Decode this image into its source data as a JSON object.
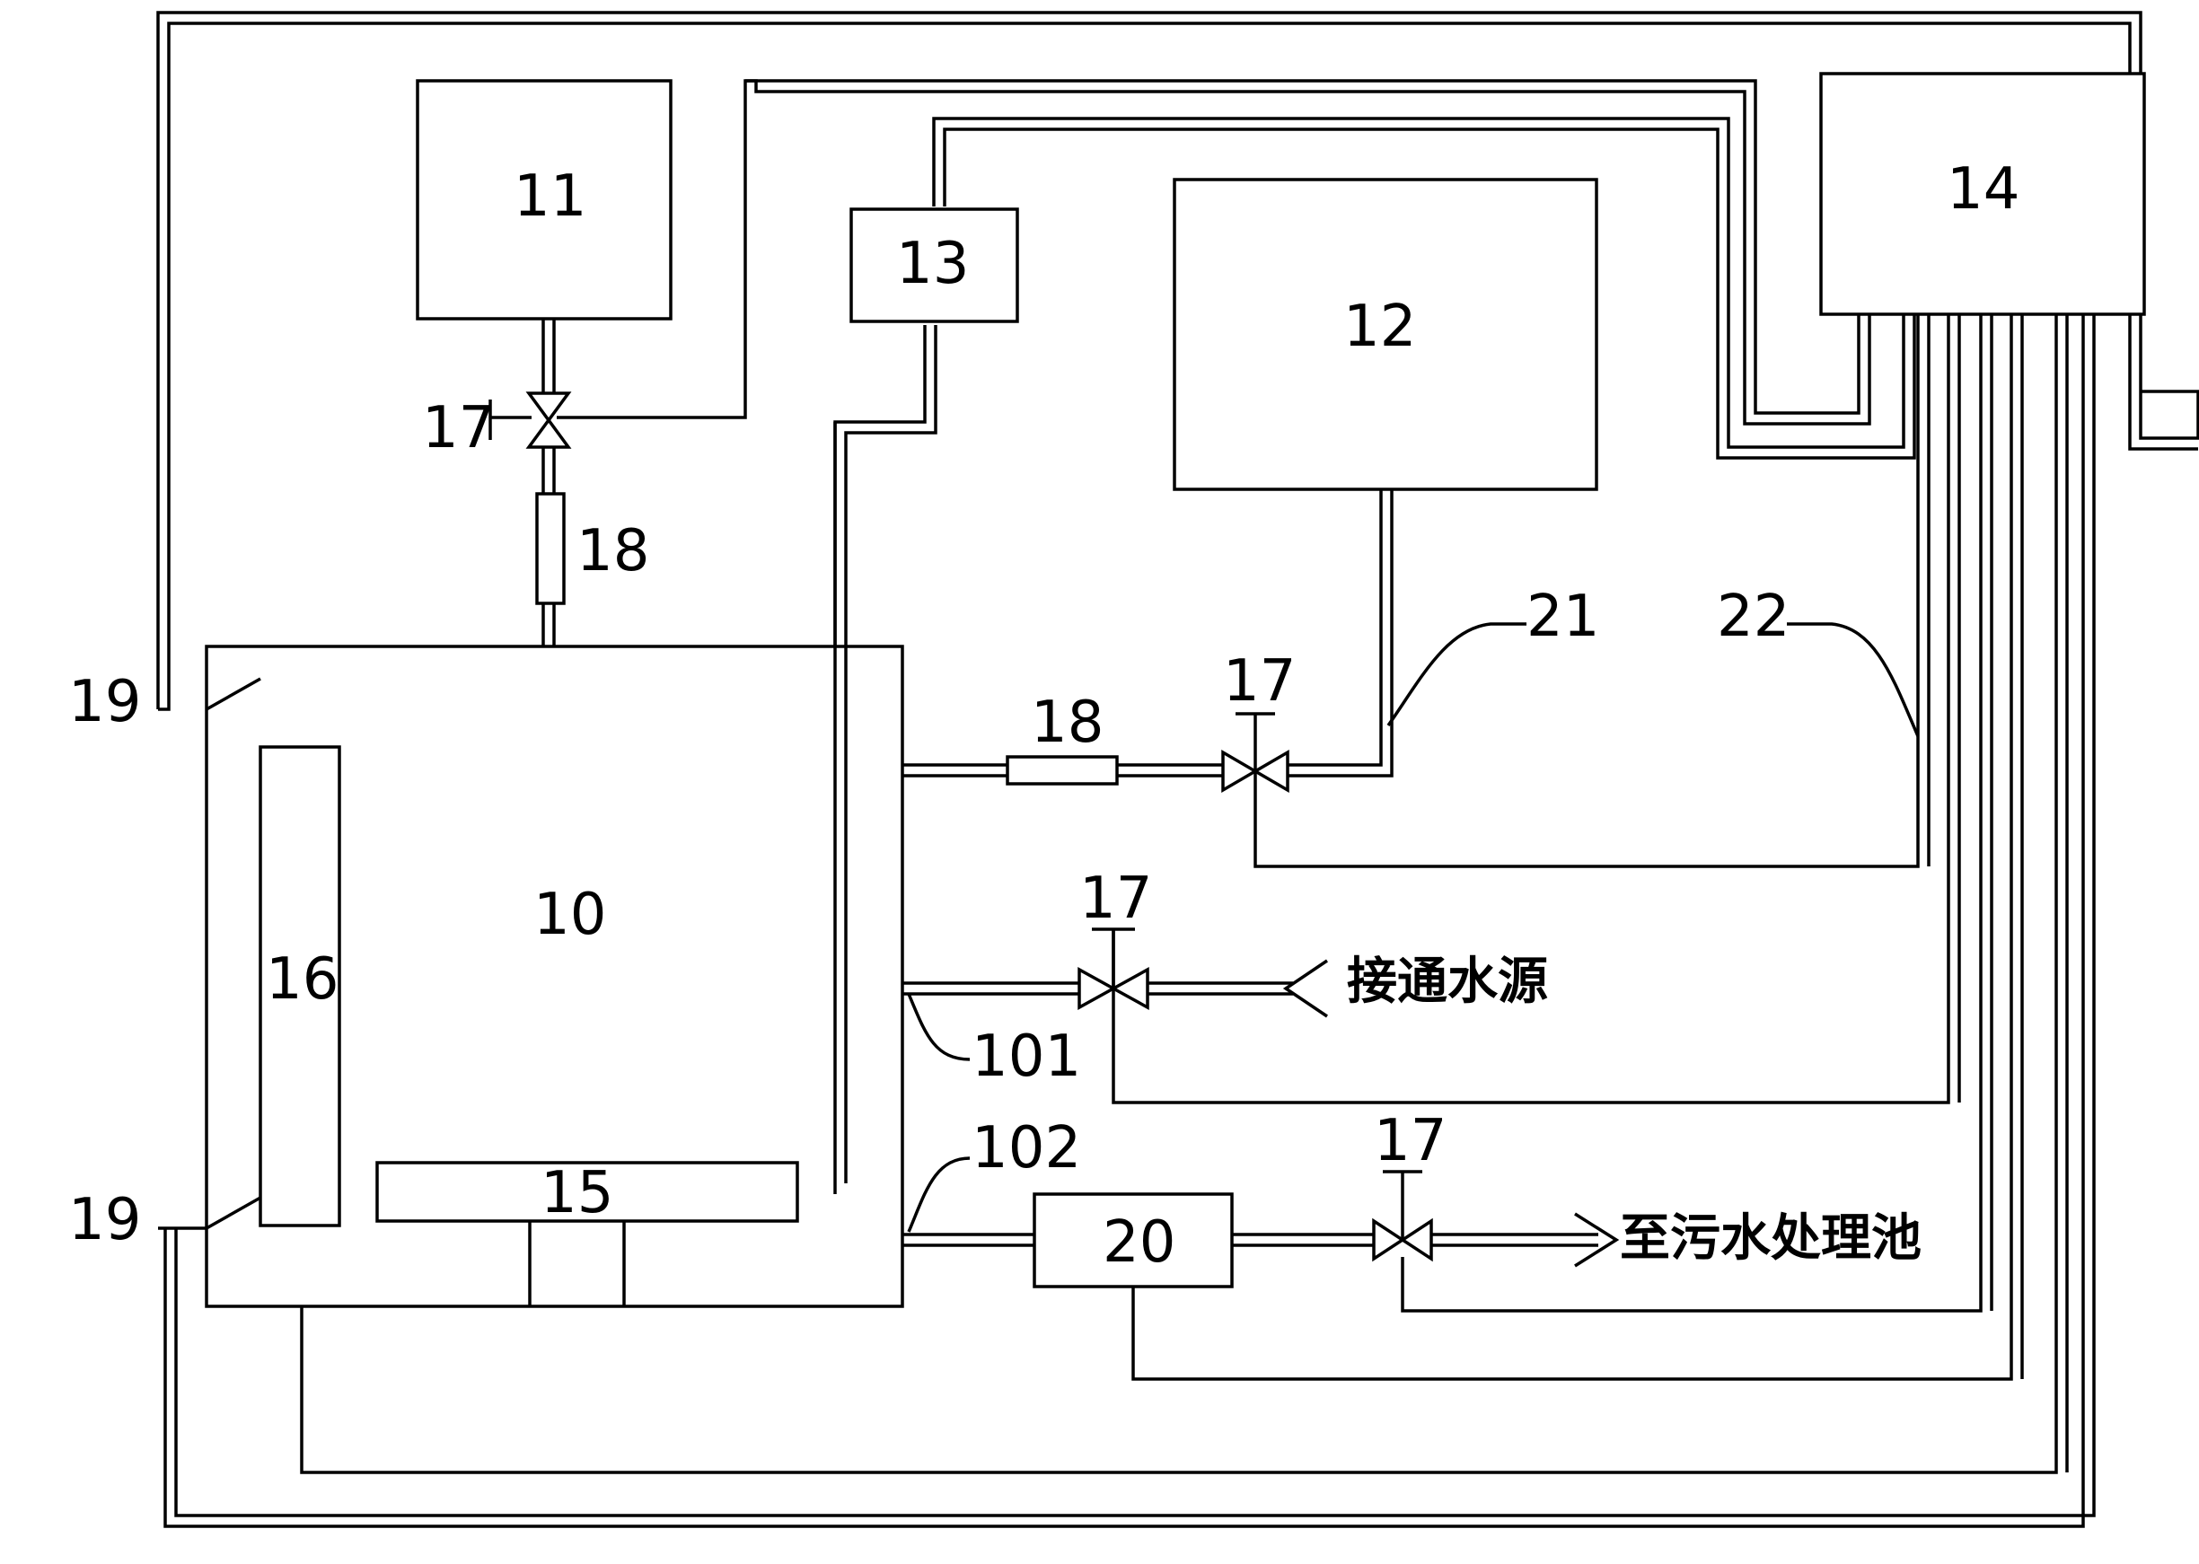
{
  "labels": {
    "n10": "10",
    "n11": "11",
    "n12": "12",
    "n13": "13",
    "n14": "14",
    "n15": "15",
    "n16": "16",
    "n17a": "17",
    "n17b": "17",
    "n17c": "17",
    "n17d": "17",
    "n18a": "18",
    "n18b": "18",
    "n19a": "19",
    "n19b": "19",
    "n20": "20",
    "n21": "21",
    "n22": "22",
    "n101": "101",
    "n102": "102"
  },
  "text": {
    "water_source": "接通水源",
    "sewage_tank": "至污水处理池"
  }
}
